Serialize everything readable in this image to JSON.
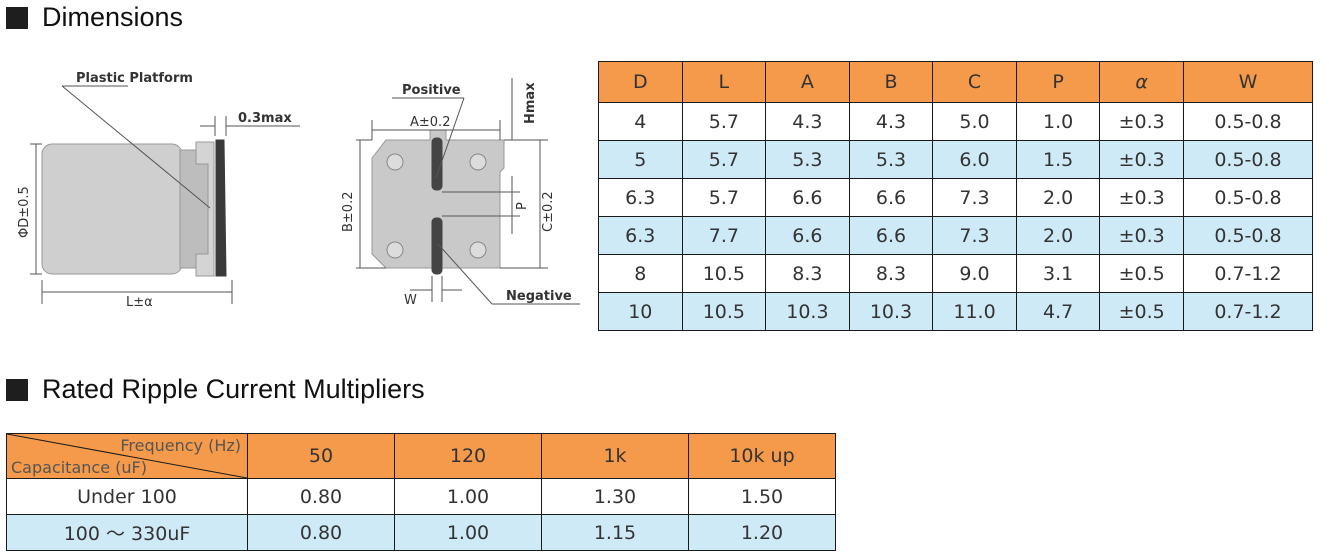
{
  "sections": {
    "dimensions_title": "Dimensions",
    "ripple_title": "Rated Ripple Current Multipliers"
  },
  "diagram": {
    "plastic_platform": "Plastic Platform",
    "max_03": "0.3max",
    "phi_d": "ΦD±0.5",
    "l_label": "L±α",
    "positive": "Positive",
    "a_label": "A±0.2",
    "hmax": "Hmax",
    "b_label": "B±0.2",
    "c_label": "C±0.2",
    "p_label": "P",
    "w_label": "W",
    "negative": "Negative"
  },
  "dimensions_table": {
    "headers": [
      "D",
      "L",
      "A",
      "B",
      "C",
      "P",
      "α",
      "W"
    ],
    "rows": [
      [
        "4",
        "5.7",
        "4.3",
        "4.3",
        "5.0",
        "1.0",
        "±0.3",
        "0.5-0.8"
      ],
      [
        "5",
        "5.7",
        "5.3",
        "5.3",
        "6.0",
        "1.5",
        "±0.3",
        "0.5-0.8"
      ],
      [
        "6.3",
        "5.7",
        "6.6",
        "6.6",
        "7.3",
        "2.0",
        "±0.3",
        "0.5-0.8"
      ],
      [
        "6.3",
        "7.7",
        "6.6",
        "6.6",
        "7.3",
        "2.0",
        "±0.3",
        "0.5-0.8"
      ],
      [
        "8",
        "10.5",
        "8.3",
        "8.3",
        "9.0",
        "3.1",
        "±0.5",
        "0.7-1.2"
      ],
      [
        "10",
        "10.5",
        "10.3",
        "10.3",
        "11.0",
        "4.7",
        "±0.5",
        "0.7-1.2"
      ]
    ]
  },
  "ripple_table": {
    "corner_top": "Frequency (Hz)",
    "corner_bottom": "Capacitance (uF)",
    "headers": [
      "50",
      "120",
      "1k",
      "10k up"
    ],
    "rows": [
      [
        "Under 100",
        "0.80",
        "1.00",
        "1.30",
        "1.50"
      ],
      [
        "100 ～ 330uF",
        "0.80",
        "1.00",
        "1.15",
        "1.20"
      ]
    ]
  },
  "colors": {
    "header_orange": "#f59a4a",
    "row_blue": "#cfeaf7",
    "body_gray": "#c9c9c9"
  }
}
